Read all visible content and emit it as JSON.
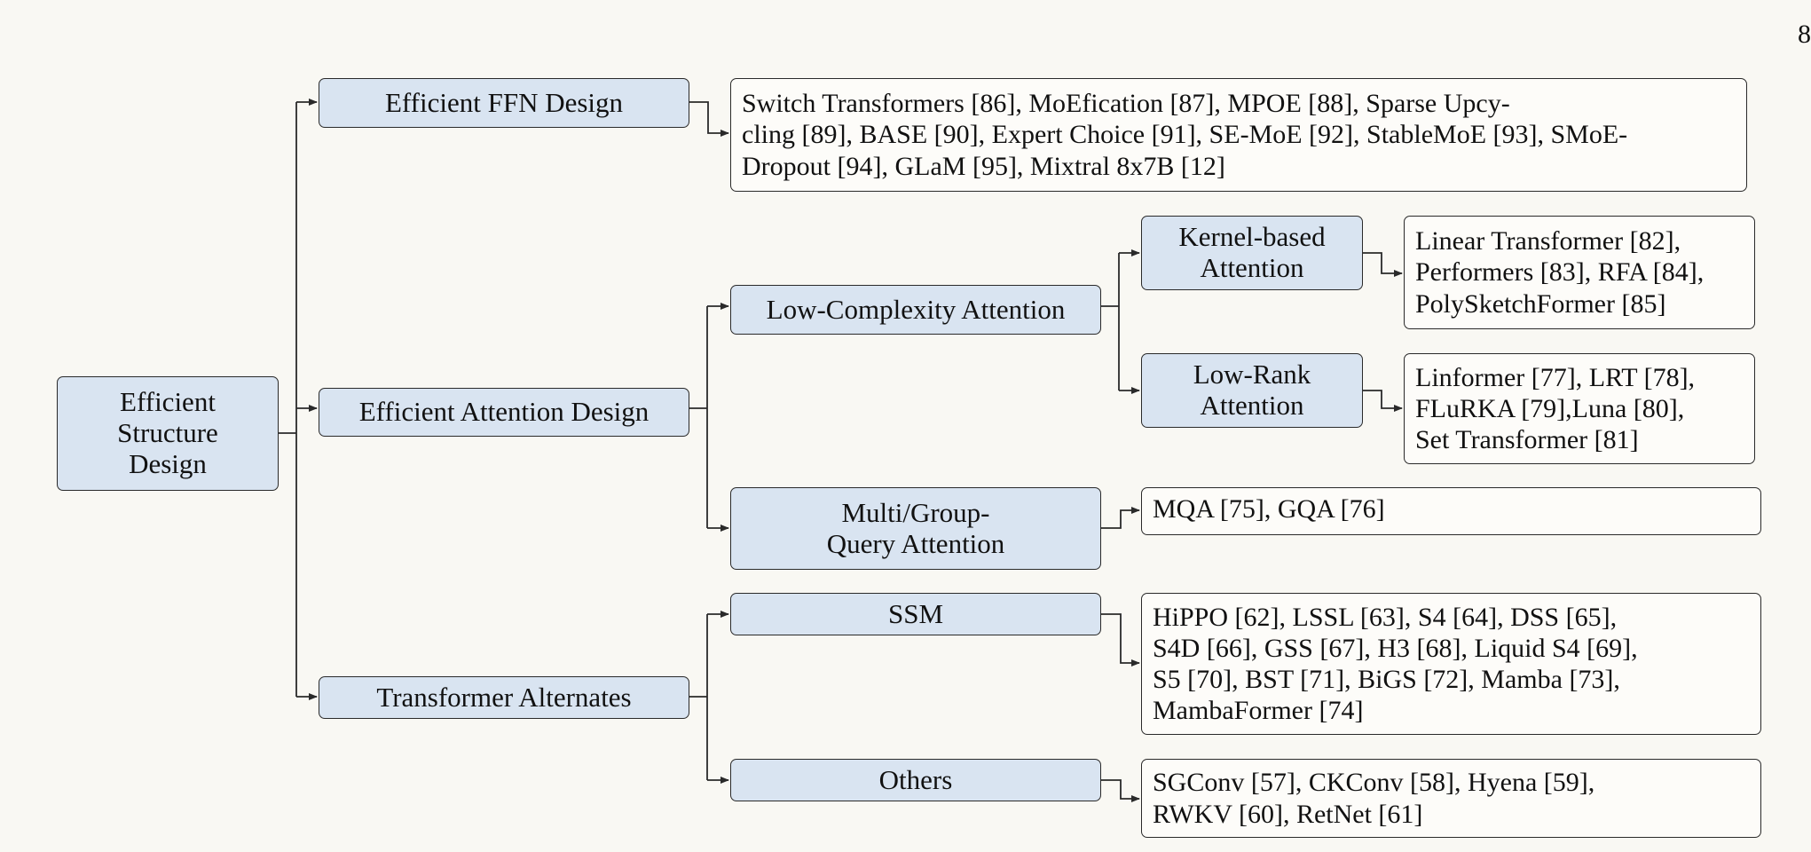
{
  "page_number": "8",
  "root": {
    "label": "Efficient Structure Design",
    "lines": [
      "Efficient",
      "Structure",
      "Design"
    ]
  },
  "ffn": {
    "label": "Efficient FFN Design",
    "refs": [
      "Switch Transformers [86], MoEfication [87], MPOE [88], Sparse Upcy-",
      "cling [89], BASE [90], Expert Choice [91], SE-MoE [92], StableMoE [93], SMoE-",
      "Dropout [94], GLaM [95], Mixtral 8x7B [12]"
    ]
  },
  "attention": {
    "label": "Efficient Attention Design",
    "low_complexity": {
      "label": "Low-Complexity Attention",
      "kernel": {
        "lines": [
          "Kernel-based",
          "Attention"
        ],
        "refs": [
          "Linear Transformer [82],",
          "Performers [83], RFA [84],",
          "PolySketchFormer [85]"
        ]
      },
      "low_rank": {
        "lines": [
          "Low-Rank",
          "Attention"
        ],
        "refs": [
          "Linformer [77], LRT [78],",
          "FLuRKA [79],Luna [80],",
          "Set Transformer [81]"
        ]
      }
    },
    "multi_group": {
      "lines": [
        "Multi/Group-",
        "Query Attention"
      ],
      "refs": [
        "MQA [75], GQA [76]"
      ]
    }
  },
  "alternates": {
    "label": "Transformer Alternates",
    "ssm": {
      "label": "SSM",
      "refs": [
        "HiPPO [62], LSSL [63], S4 [64], DSS [65],",
        "S4D [66], GSS [67], H3 [68], Liquid S4 [69],",
        "S5 [70], BST [71], BiGS [72], Mamba [73],",
        "MambaFormer [74]"
      ]
    },
    "others": {
      "label": "Others",
      "refs": [
        "SGConv [57], CKConv [58], Hyena [59],",
        "RWKV [60], RetNet [61]"
      ]
    }
  },
  "colors": {
    "category_fill": "#d9e4f1",
    "leaf_fill": "#fdfcf9",
    "line": "#2a2a2a",
    "background": "#f9f8f3"
  }
}
